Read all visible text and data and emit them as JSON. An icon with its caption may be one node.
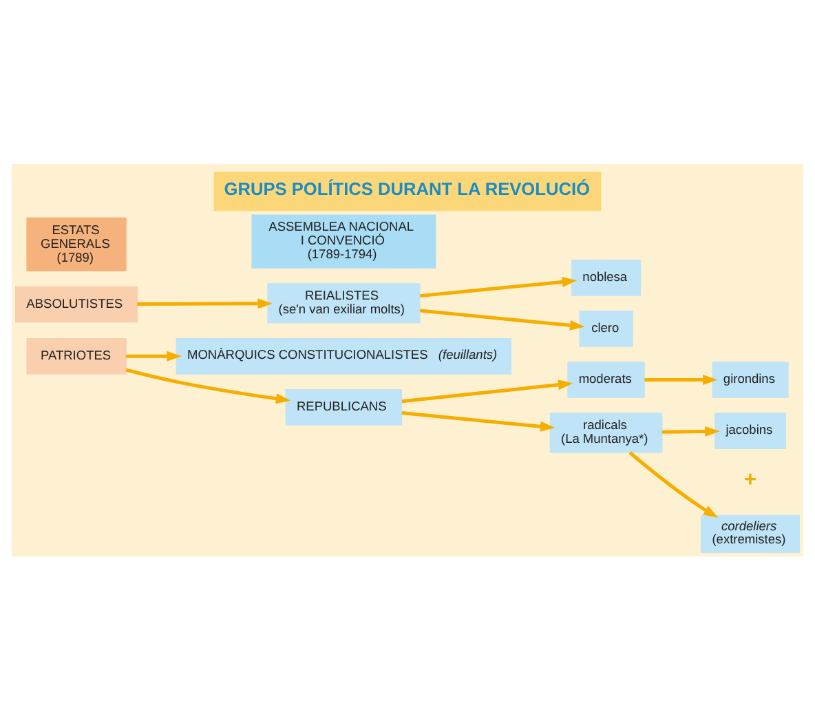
{
  "diagram": {
    "title": "GRUPS POLÍTICS DURANT LA REVOLUCIÓ",
    "nodes": [
      {
        "text": [
          "ESTATS GENERALS (1789)"
        ]
      },
      {
        "text": [
          "ASSEMBLEA NACIONAL I CONVENCIÓ (1789-1794)"
        ]
      },
      {
        "text": [
          "ABSOLUTISTES"
        ]
      },
      {
        "text": [
          "REIALISTES (se'n van exiliar molts)"
        ]
      },
      {
        "text": [
          "noblesa"
        ]
      },
      {
        "text": [
          "clero"
        ]
      },
      {
        "text": [
          "PATRIOTES"
        ]
      },
      {
        "text": [
          "MONÀRQUICS CONSTITUCIONALISTES *(feuillants)*"
        ]
      },
      {
        "text": [
          "REPUBLICANS"
        ]
      },
      {
        "text": [
          "moderats"
        ]
      },
      {
        "text": [
          "girondins"
        ]
      },
      {
        "text": [
          "radicals (La Muntanya*)"
        ]
      },
      {
        "text": [
          "jacobins"
        ]
      },
      {
        "text": [
          "*cordeliers* (extremistes)"
        ]
      }
    ],
    "edges": [
      {
        "from": 2,
        "to": 3,
        "arrow": "to"
      },
      {
        "from": 3,
        "to": 4,
        "arrow": "to"
      },
      {
        "from": 3,
        "to": 5,
        "arrow": "to"
      },
      {
        "from": 6,
        "to": 7,
        "arrow": "to"
      },
      {
        "from": 6,
        "to": 8,
        "arrow": "to"
      },
      {
        "from": 8,
        "to": 9,
        "arrow": "to"
      },
      {
        "from": 8,
        "to": 11,
        "arrow": "to"
      },
      {
        "from": 9,
        "to": 10,
        "arrow": "to"
      },
      {
        "from": 11,
        "to": 12,
        "arrow": "to"
      },
      {
        "from": 11,
        "to": 13,
        "arrow": "to"
      }
    ],
    "labels": [
      "+"
    ]
  }
}
